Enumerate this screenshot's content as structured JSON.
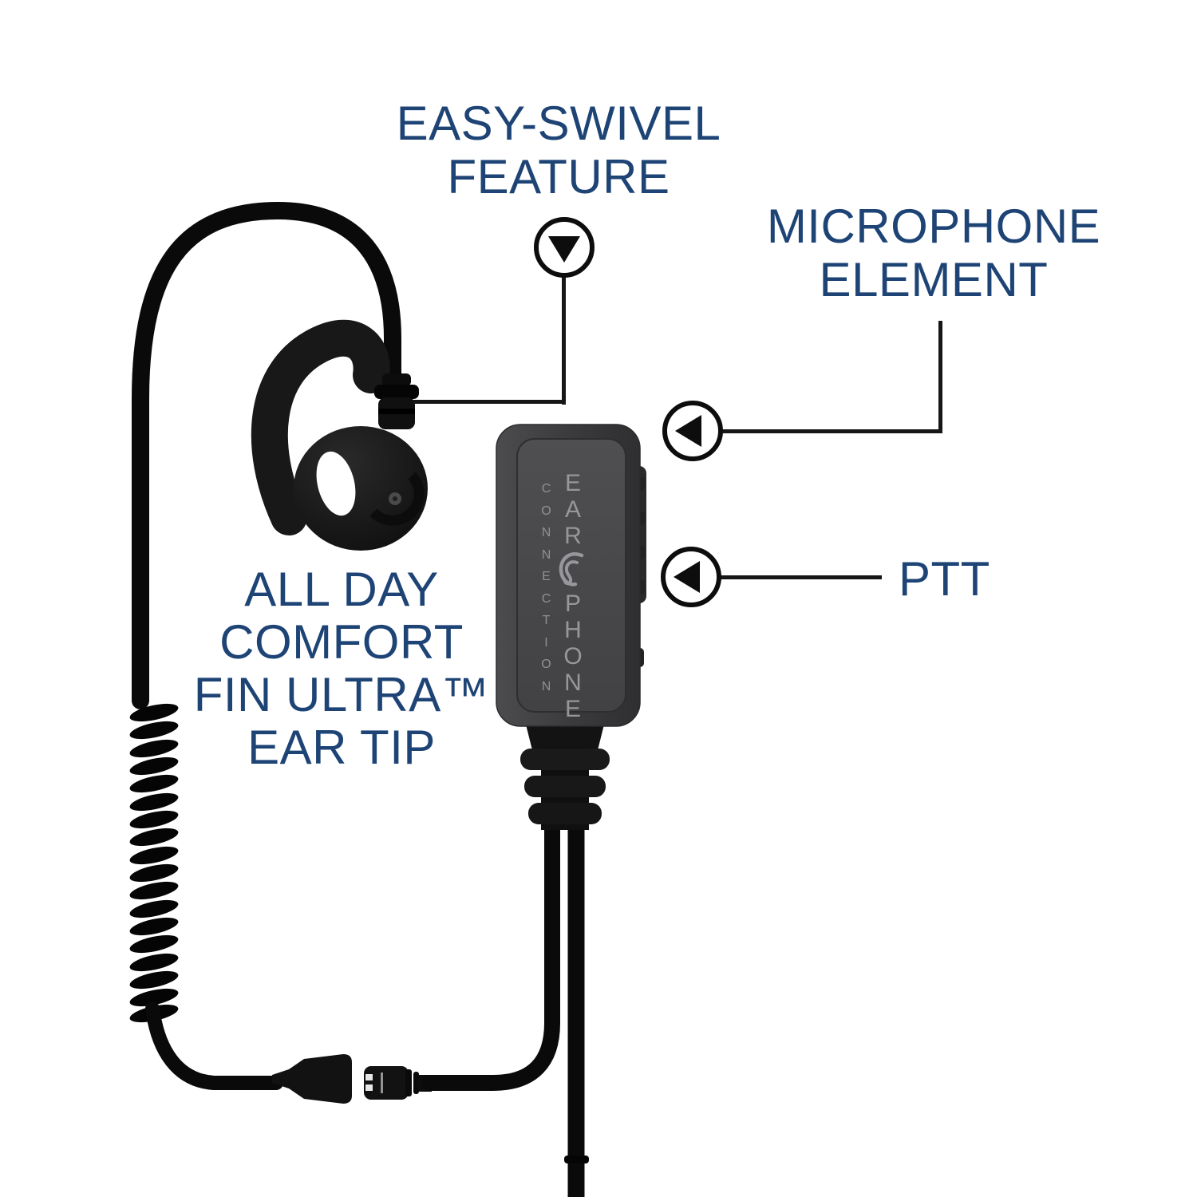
{
  "labels": {
    "easy_swivel": {
      "line1": "EASY-SWIVEL",
      "line2": "FEATURE"
    },
    "microphone": {
      "line1": "MICROPHONE",
      "line2": "ELEMENT"
    },
    "ptt": {
      "text": "PTT"
    },
    "ear_tip": {
      "line1": "ALL DAY",
      "line2": "COMFORT",
      "line3": "FIN ULTRA™",
      "line4": "EAR TIP"
    }
  },
  "brand": {
    "word_primary_top": "EAR",
    "word_primary_bottom": "PHONE",
    "word_secondary": "CONNECTION"
  },
  "callouts": [
    {
      "id": "easy-swivel",
      "label": "EASY-SWIVEL FEATURE",
      "marker_direction": "down"
    },
    {
      "id": "microphone-element",
      "label": "MICROPHONE ELEMENT",
      "marker_direction": "left"
    },
    {
      "id": "ptt",
      "label": "PTT",
      "marker_direction": "left"
    }
  ],
  "colors": {
    "label_blue": "#1e4476",
    "device_body": "#3c3c3e",
    "device_panel": "#48484a",
    "brand_text": "#97979b",
    "artwork_black": "#0a0a0a",
    "background": "#ffffff"
  }
}
